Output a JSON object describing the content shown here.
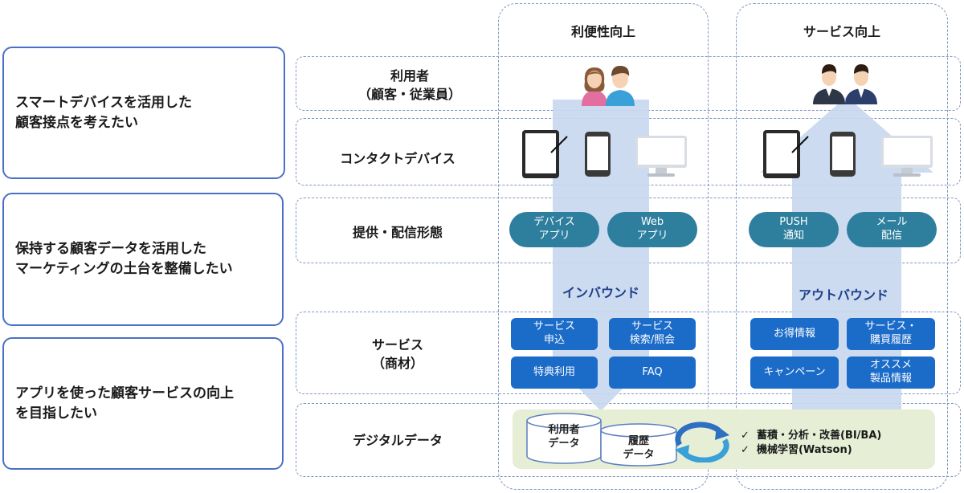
{
  "goals": [
    {
      "text": "スマートデバイスを活用した\n顧客接点を考えたい"
    },
    {
      "text": "保持する顧客データを活用した\nマーケティングの土台を整備したい"
    },
    {
      "text": "アプリを使った顧客サービスの向上\nを目指したい"
    }
  ],
  "columns": {
    "left_title": "利便性向上",
    "right_title": "サービス向上"
  },
  "rows": {
    "users": "利用者\n（顧客・従業員）",
    "devices": "コンタクトデバイス",
    "delivery": "提供・配信形態",
    "services": "サービス\n（商材）",
    "data": "デジタルデータ"
  },
  "arrows": {
    "inbound": "インバウンド",
    "outbound": "アウトバウンド"
  },
  "delivery_left": [
    "デバイス\nアプリ",
    "Web\nアプリ"
  ],
  "delivery_right": [
    "PUSH\n通知",
    "メール\n配信"
  ],
  "services_left": [
    "サービス\n申込",
    "サービス\n検索/照会",
    "特典利用",
    "FAQ"
  ],
  "services_right": [
    "お得情報",
    "サービス・\n購買履歴",
    "キャンペーン",
    "オススメ\n製品情報"
  ],
  "data": {
    "db1": "利用者\nデータ",
    "db2": "履歴\nデータ",
    "checks": [
      "蓄積・分析・改善(BI/BA)",
      "機械学習(Watson)"
    ]
  },
  "icons": [
    "women-user-icon",
    "man-user-icon",
    "tablet-icon",
    "smartphone-icon",
    "monitor-icon",
    "refresh-cycle-icon",
    "check-icon"
  ],
  "colors": {
    "accent_border": "#4a6fc6",
    "pill": "#2e7f9e",
    "service_button": "#1b6bc8",
    "arrow": "#c7d7ee",
    "data_band": "#e6eed6"
  }
}
